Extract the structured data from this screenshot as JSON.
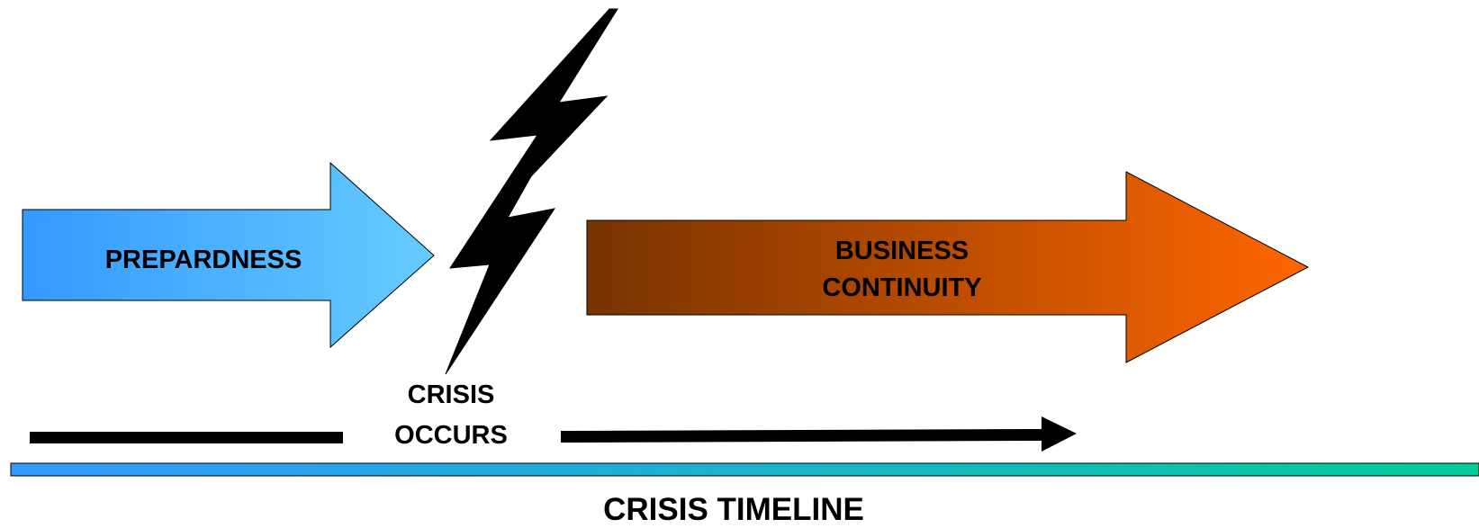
{
  "arrows": {
    "preparedness": {
      "label": "PREPARDNESS",
      "color_start": "#3399ff",
      "color_end": "#66ccff"
    },
    "continuity": {
      "line1": "BUSINESS",
      "line2": "CONTINUITY",
      "color_start": "#773300",
      "color_end": "#ff6600"
    }
  },
  "crisis": {
    "line1": "CRISIS",
    "line2": "OCCURS",
    "icon": "lightning-bolt-icon"
  },
  "timeline": {
    "title": "CRISIS TIMELINE",
    "color_start": "#3399ff",
    "color_end": "#00cc99"
  }
}
